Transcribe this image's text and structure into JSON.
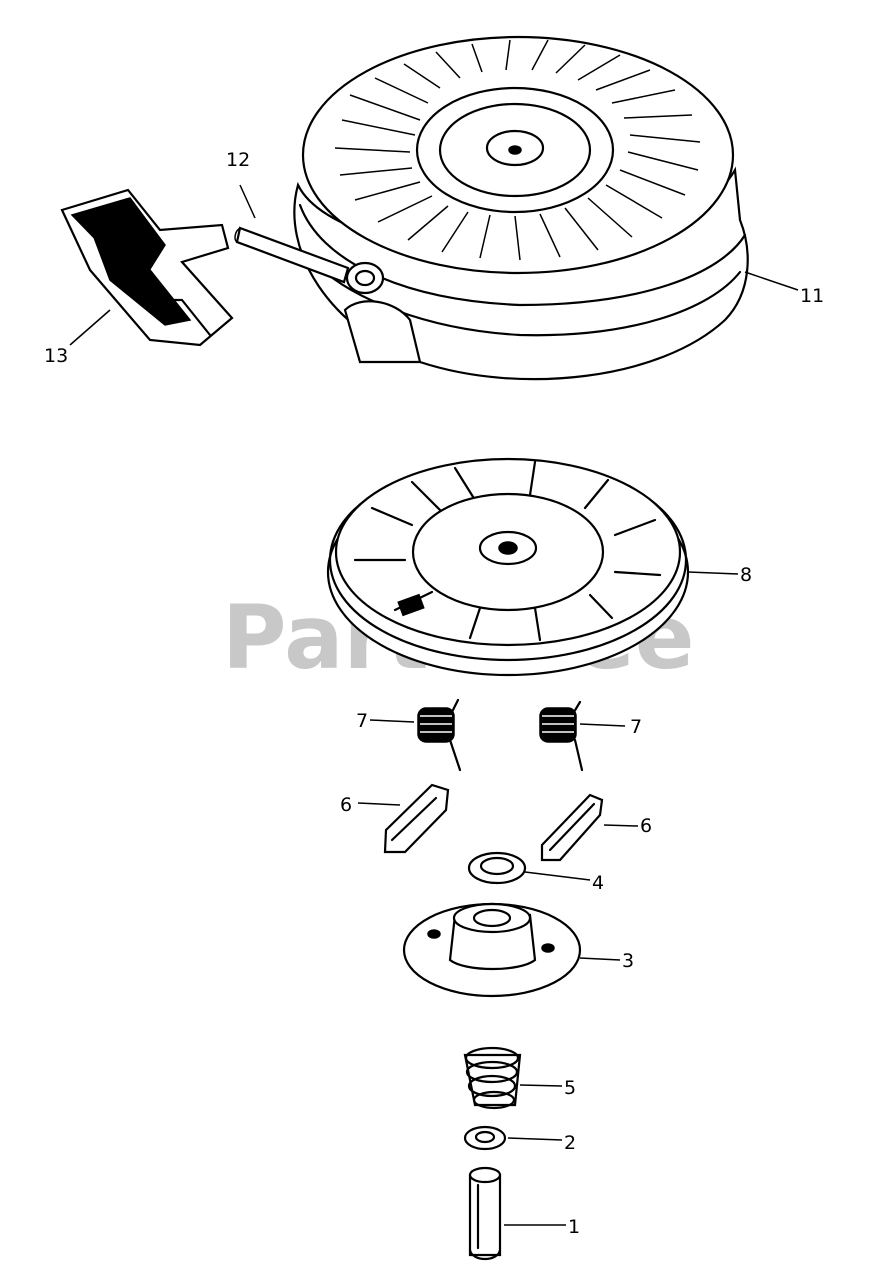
{
  "watermark": "PartsTree",
  "callouts": {
    "c1": "1",
    "c2": "2",
    "c3": "3",
    "c4": "4",
    "c5": "5",
    "c6a": "6",
    "c6b": "6",
    "c7a": "7",
    "c7b": "7",
    "c8": "8",
    "c11": "11",
    "c12": "12",
    "c13": "13"
  }
}
